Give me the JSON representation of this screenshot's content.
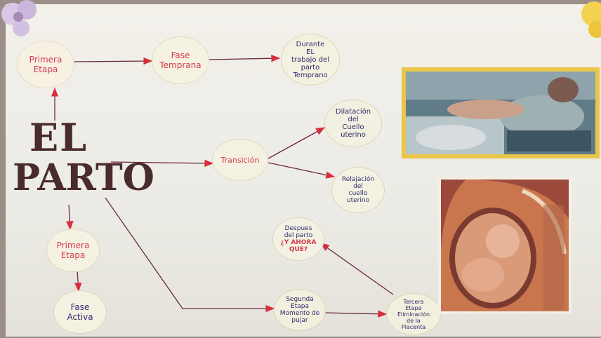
{
  "poster": {
    "title_line1": "EL",
    "title_line2": "PARTO"
  },
  "nodes": {
    "primera_etapa_top": "Primera\nEtapa",
    "fase_temprana": "Fase\nTemprana",
    "durante": "Durante\nEL\ntrabajo del\nparto\nTemprano",
    "transicion": "Transición",
    "dilatacion": "Dilatación\ndel\nCuello\nuterino",
    "relajacion": "Relajación\ndel\ncuello\nuterino",
    "despues_line1": "Despues\ndel parto",
    "despues_line2": "¿Y AHORA\nQUE?",
    "primera_etapa_bottom": "Primera\nEtapa",
    "fase_activa": "Fase\nActiva",
    "segunda_etapa": "Segunda\nEtapa\nMomento de\npujar",
    "tercera_etapa": "Tercera\nEtapa\nEliminación\nde la\nPlacenta"
  },
  "colors": {
    "title": "#4a2b2c",
    "red_text": "#d33a4a",
    "navy_text": "#2d2c6a",
    "arrow": "#6a2a3f",
    "photo_frame": "#e9c54a"
  }
}
